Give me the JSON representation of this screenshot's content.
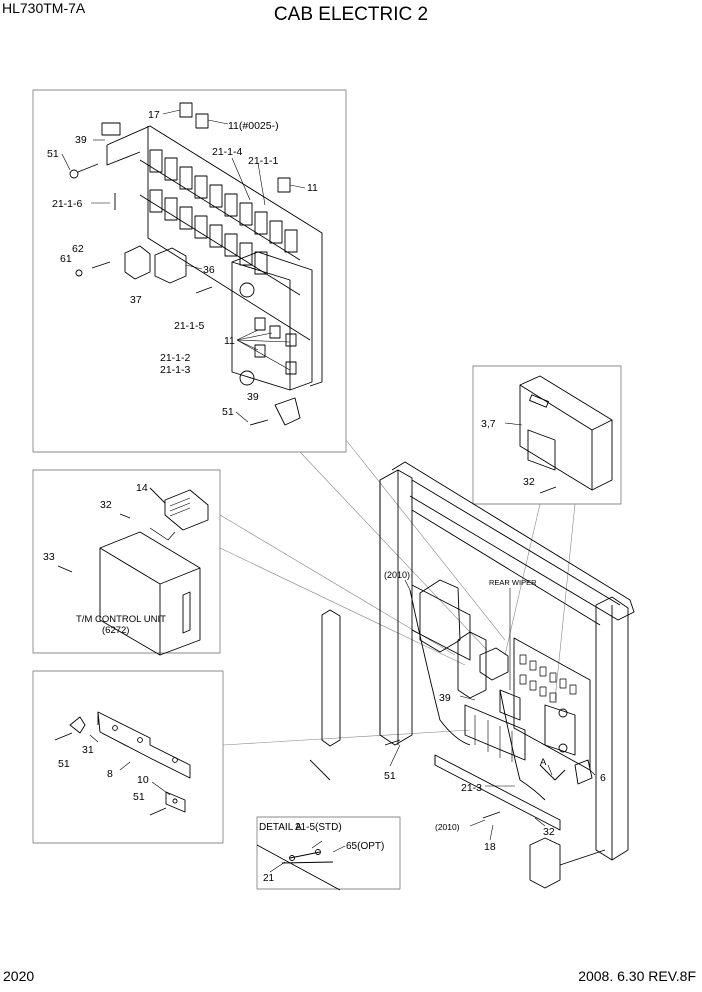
{
  "header": {
    "model": "HL730TM-7A",
    "title": "CAB ELECTRIC 2"
  },
  "footer": {
    "page": "2020",
    "date_rev": "2008. 6.30  REV.8F"
  },
  "callouts": {
    "fuse_panel": [
      "17",
      "11(#0025-)",
      "39",
      "51",
      "21-1-4",
      "21-1-1",
      "11",
      "21-1-6",
      "62",
      "61",
      "36",
      "37",
      "21-1-5",
      "11",
      "21-1-2",
      "21-1-3",
      "39",
      "51"
    ],
    "control_unit": [
      "14",
      "32",
      "33",
      "T/M CONTROL UNIT",
      "(6272)"
    ],
    "bracket": [
      "51",
      "31",
      "8",
      "10",
      "51"
    ],
    "controller_box": [
      "3,7",
      "32"
    ],
    "cab": [
      "(2010)",
      "REAR WIPER",
      "39",
      "51",
      "A",
      "6",
      "21-3",
      "(2010)",
      "32",
      "18"
    ],
    "detail_a": [
      "DETAIL A",
      "21-5(STD)",
      "65(OPT)",
      "21"
    ]
  }
}
